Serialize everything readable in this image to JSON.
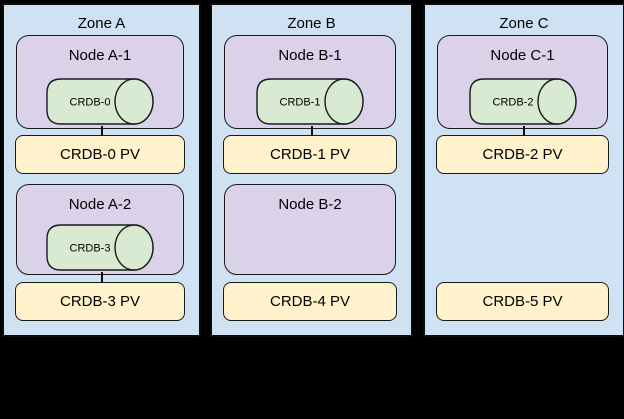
{
  "colors": {
    "background": "#000000",
    "zone_fill": "#cfe2f3",
    "node_fill": "#d9d2e9",
    "cylinder_fill": "#d9ead3",
    "pv_fill": "#fff2cc",
    "border": "#000000"
  },
  "zones": [
    {
      "label": "Zone A",
      "rows": [
        {
          "node": "Node A-1",
          "cylinder": "CRDB-0",
          "connector": true,
          "pv": "CRDB-0 PV"
        },
        {
          "node": "Node A-2",
          "cylinder": "CRDB-3",
          "connector": true,
          "pv": "CRDB-3 PV"
        }
      ]
    },
    {
      "label": "Zone B",
      "rows": [
        {
          "node": "Node B-1",
          "cylinder": "CRDB-1",
          "connector": true,
          "pv": "CRDB-1 PV"
        },
        {
          "node": "Node B-2",
          "cylinder": null,
          "connector": false,
          "pv": "CRDB-4 PV"
        }
      ]
    },
    {
      "label": "Zone C",
      "rows": [
        {
          "node": "Node C-1",
          "cylinder": "CRDB-2",
          "connector": true,
          "pv": "CRDB-2 PV"
        },
        {
          "node": null,
          "cylinder": null,
          "connector": false,
          "pv": "CRDB-5 PV"
        }
      ]
    }
  ]
}
